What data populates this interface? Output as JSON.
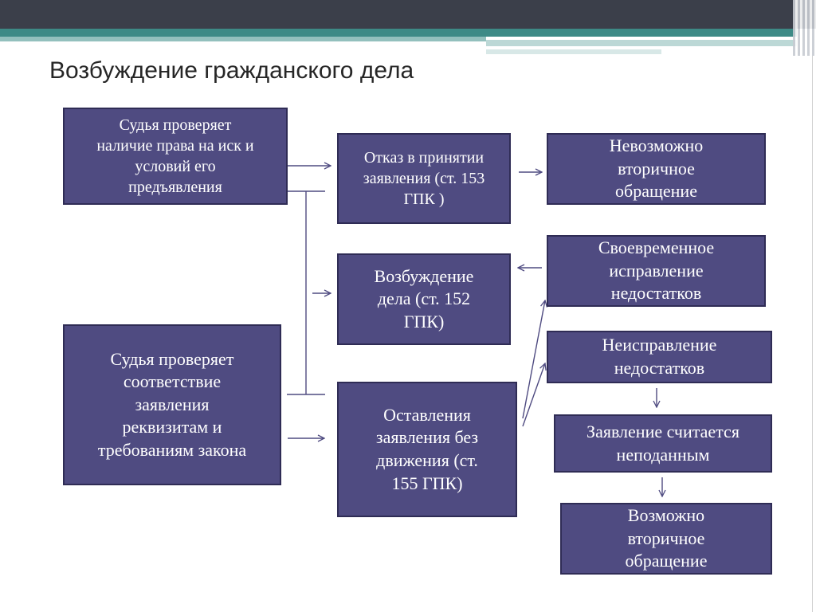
{
  "title": "Возбуждение гражданского дела",
  "boxes": {
    "judge_checks_right": "Судья проверяет\nналичие права на иск и\nусловий его\nпредъявления",
    "judge_checks_requisites": "Судья проверяет\nсоответствие\nзаявления\nреквизитам и\nтребованиям закона",
    "refusal": "Отказ в принятии\nзаявления (ст. 153\nГПК )",
    "initiation": "Возбуждение\nдела (ст. 152\nГПК)",
    "leaving_without_motion": "Оставления\nзаявления без\nдвижения (ст.\n155 ГПК)",
    "impossible_reappeal": "Невозможно\nвторичное\nобращение",
    "timely_correction": "Своевременное\nисправление\nнедостатков",
    "non_correction": "Неисправление\nнедостатков",
    "considered_not_filed": "Заявление считается\nнеподанным",
    "possible_reappeal": "Возможно\nвторичное\nобращение"
  },
  "colors": {
    "box_fill": "#4f4b81",
    "box_border": "#2f2c55",
    "box_text": "#ffffff",
    "arrow": "#4f4b81"
  }
}
